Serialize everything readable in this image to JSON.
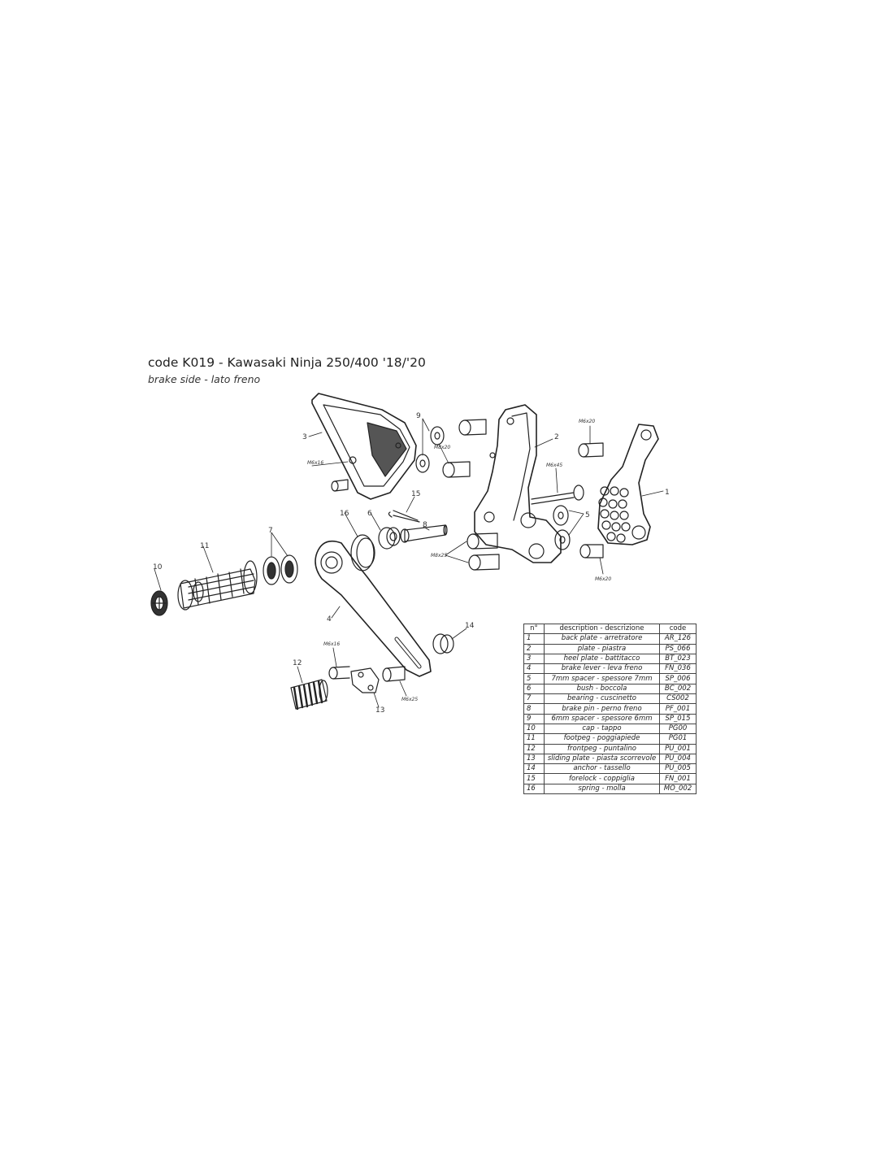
{
  "header": {
    "title": "code K019 - Kawasaki Ninja 250/400 '18/'20",
    "subtitle": "brake side - lato freno"
  },
  "callouts": [
    "1",
    "2",
    "3",
    "4",
    "5",
    "6",
    "7",
    "8",
    "9",
    "10",
    "11",
    "12",
    "13",
    "14",
    "15",
    "16"
  ],
  "screw_labels": {
    "m6x20_top_right": "M6x20",
    "m8x20": "M8x20",
    "m6x16_left": "M6x16",
    "m6x45": "M6x45",
    "m8x25": "M8x25",
    "m6x20_bottom_right": "M6x20",
    "m6x16_lower": "M6x16",
    "m6x25": "M6x25"
  },
  "parts_table": {
    "headers": [
      "n°",
      "description - descrizione",
      "code"
    ],
    "rows": [
      {
        "n": "1",
        "description": "back plate - arretratore",
        "code": "AR_126"
      },
      {
        "n": "2",
        "description": "plate - piastra",
        "code": "PS_066"
      },
      {
        "n": "3",
        "description": "heel plate - battitacco",
        "code": "BT_023"
      },
      {
        "n": "4",
        "description": "brake lever - leva freno",
        "code": "FN_036"
      },
      {
        "n": "5",
        "description": "7mm spacer - spessore 7mm",
        "code": "SP_006"
      },
      {
        "n": "6",
        "description": "bush - boccola",
        "code": "BC_002"
      },
      {
        "n": "7",
        "description": "bearing - cuscinetto",
        "code": "CS002"
      },
      {
        "n": "8",
        "description": "brake pin - perno freno",
        "code": "PF_001"
      },
      {
        "n": "9",
        "description": "6mm spacer - spessore 6mm",
        "code": "SP_015"
      },
      {
        "n": "10",
        "description": "cap - tappo",
        "code": "PG00"
      },
      {
        "n": "11",
        "description": "footpeg - poggiapiede",
        "code": "PG01"
      },
      {
        "n": "12",
        "description": "frontpeg - puntalino",
        "code": "PU_001"
      },
      {
        "n": "13",
        "description": "sliding plate - piasta scorrevole",
        "code": "PU_004"
      },
      {
        "n": "14",
        "description": "anchor - tassello",
        "code": "PU_005"
      },
      {
        "n": "15",
        "description": "forelock - coppiglia",
        "code": "FN_001"
      },
      {
        "n": "16",
        "description": "spring - molla",
        "code": "MO_002"
      }
    ]
  }
}
